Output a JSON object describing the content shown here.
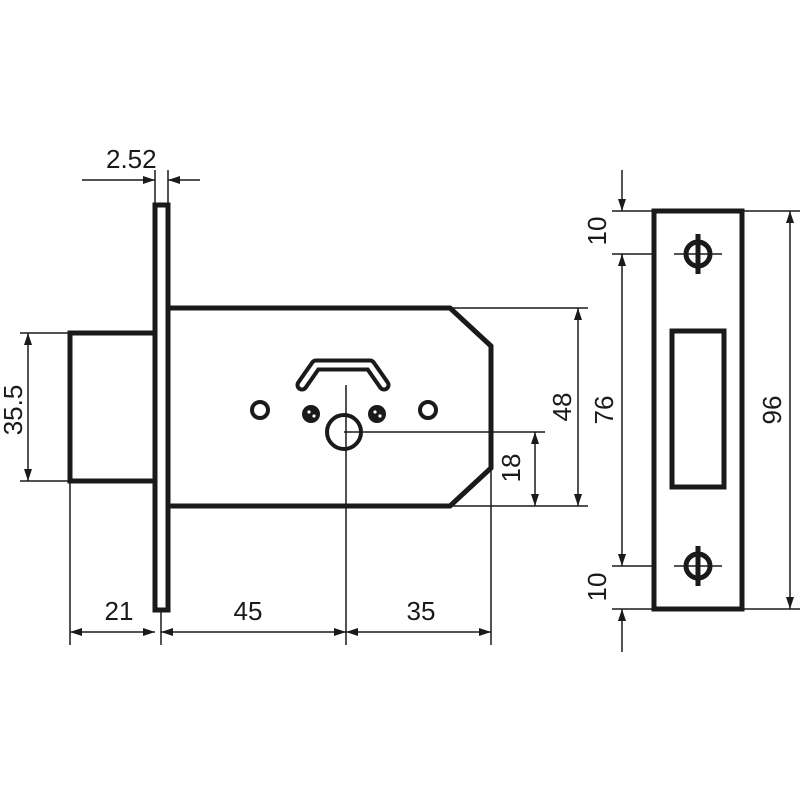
{
  "dimensions": {
    "faceplate_thickness": "2.52",
    "backset_front": "21",
    "to_center": "45",
    "center_to_back": "35",
    "bolt_height": "35.5",
    "body_height": "48",
    "keyhole_offset": "18",
    "strike_top_offset": "10",
    "strike_hole_spacing": "76",
    "strike_bottom_offset": "10",
    "strike_length": "96"
  },
  "colors": {
    "line": "#1a1a1a",
    "background": "#ffffff"
  }
}
